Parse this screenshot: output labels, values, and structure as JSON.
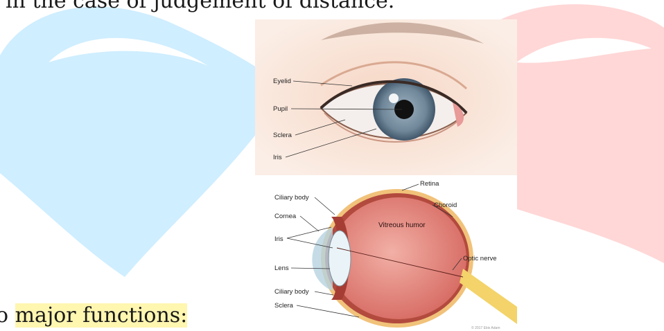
{
  "document": {
    "top_line": "in the case of judgement of distance.",
    "bottom_line_prefix": "o ",
    "bottom_line_highlight": "major functions:",
    "watermark_colors": {
      "blue": "#cfeeff",
      "red": "#ffd7d7",
      "yellow": "#fff3a6"
    }
  },
  "figure": {
    "eye_labels": {
      "eyelid": "Eyelid",
      "pupil": "Pupil",
      "sclera": "Sclera",
      "iris": "Iris"
    },
    "section_labels": {
      "retina": "Retina",
      "choroid": "Choroid",
      "ciliary_body_top": "Ciliary body",
      "cornea": "Cornea",
      "iris": "Iris",
      "vitreous_humor": "Vitreous humor",
      "optic_nerve": "Optic nerve",
      "lens": "Lens",
      "ciliary_body_bottom": "Ciliary body",
      "sclera": "Sclera"
    },
    "credit": "© 2017 Ebix Adam"
  }
}
